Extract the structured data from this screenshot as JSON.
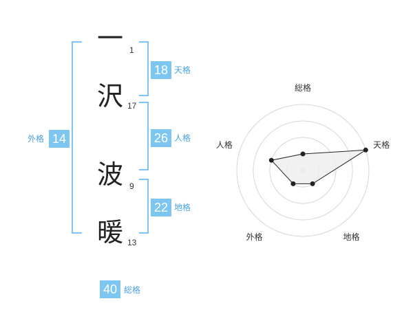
{
  "name_chars": [
    {
      "char": "一",
      "strokes": "1"
    },
    {
      "char": "沢",
      "strokes": "17"
    },
    {
      "char": "波",
      "strokes": "9"
    },
    {
      "char": "暖",
      "strokes": "13"
    }
  ],
  "grids": {
    "tenkaku": {
      "value": "18",
      "label": "天格"
    },
    "jinkaku": {
      "value": "26",
      "label": "人格"
    },
    "chikaku": {
      "value": "22",
      "label": "地格"
    },
    "gaikaku": {
      "value": "14",
      "label": "外格"
    },
    "soukaku": {
      "value": "40",
      "label": "総格"
    }
  },
  "colors": {
    "bracket": "#7dc3ee",
    "badge": "#7ec6f2",
    "label": "#4aa3dd",
    "radar_fill": "#efefef",
    "radar_line": "#222222",
    "ring": "#d6d6d6"
  },
  "chart_data": {
    "type": "radar",
    "axes": [
      "総格",
      "天格",
      "地格",
      "外格",
      "人格"
    ],
    "values": [
      1,
      4,
      1,
      1,
      2
    ],
    "range": [
      0,
      4
    ],
    "rings": 4
  }
}
